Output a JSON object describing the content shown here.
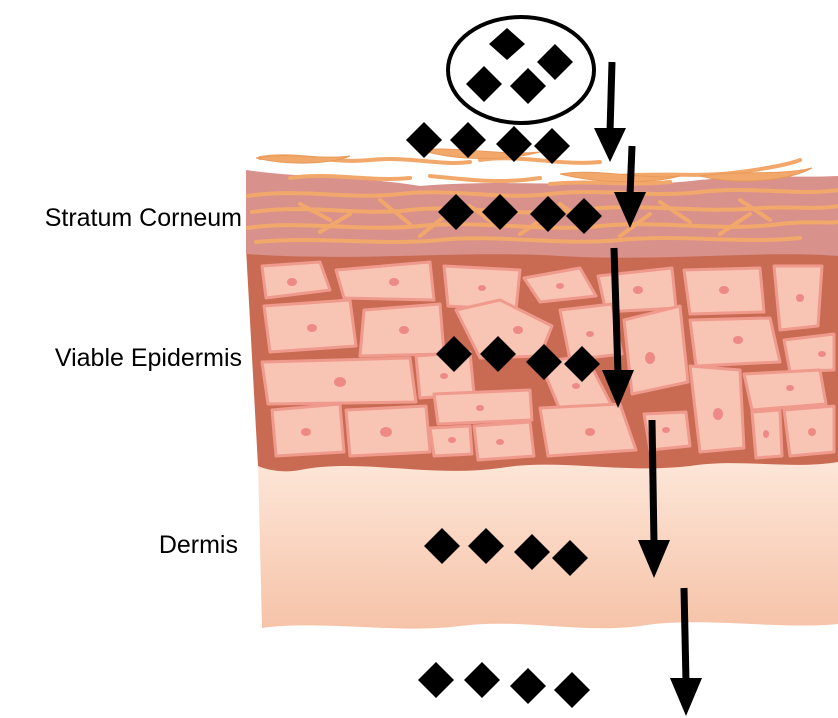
{
  "labels": {
    "stratum_corneum": "Stratum Corneum",
    "viable_epidermis": "Viable Epidermis",
    "dermis": "Dermis"
  },
  "colors": {
    "stratum_corneum": "#d9918c",
    "stratum_corneum_fibers": "#f2a86a",
    "epidermis_matrix": "#c96a52",
    "cell_fill": "#f8c4b4",
    "cell_stroke": "#e88f80",
    "nucleus": "#ee8a86",
    "dermis_top": "#fde0cf",
    "dermis_bottom": "#f7c8b0",
    "molecule": "#000000",
    "arrow": "#000000"
  },
  "icons": {
    "molecule": "black-diamond",
    "vehicle": "ellipse-outline",
    "direction": "down-arrow"
  }
}
